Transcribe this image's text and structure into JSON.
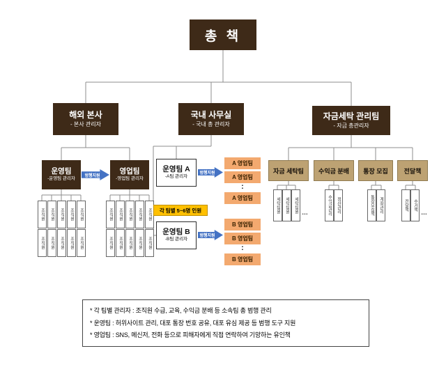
{
  "root": {
    "label": "총 책"
  },
  "overseas": {
    "title": "해외 본사",
    "subtitle": "- 본사 관리자",
    "arrow_label": "범행지원",
    "ops_team": {
      "title": "운영팀",
      "subtitle": "-운영팀 관리자"
    },
    "sales_team": {
      "title": "영업팀",
      "subtitle": "-영업팀 관리자"
    },
    "member_label": "조직원"
  },
  "domestic": {
    "title": "국내 사무실",
    "subtitle": "- 국내 총 관리자",
    "note": "각 팀별 5~6명 인원",
    "team_a": {
      "title": "운영팀 A",
      "subtitle": "-A팀 관리자",
      "arrow_label": "범행지원",
      "sales_label": "A 영업팀",
      "colon": ":"
    },
    "team_b": {
      "title": "운영팀 B",
      "subtitle": "-B팀 관리자",
      "arrow_label": "범행지원",
      "sales_label": "B 영업팀",
      "colon": ":"
    }
  },
  "laundering": {
    "title": "자금세탁 관리팀",
    "subtitle": "- 자금 총관리자",
    "teams": [
      {
        "title": "자금 세탁팀",
        "members": [
          "세탁팀원",
          "세탁팀원",
          "세탁팀원"
        ],
        "more": "…"
      },
      {
        "title": "수익금 분배",
        "members": [
          "수익금관리",
          "정산관리"
        ],
        "more": ""
      },
      {
        "title": "통장 모집",
        "members": [
          "통장모집책",
          "계좌관리"
        ],
        "more": ""
      },
      {
        "title": "전달책",
        "members": [
          "전달책",
          "수거책"
        ],
        "more": "…"
      }
    ]
  },
  "footnotes": [
    "* 각 팀별 관리자 : 조직원 수급, 교육, 수익금 분배 등 소속팀 총 범행 관리",
    "* 운영팀 : 허위사이트 관리, 대포 통장 번호 공유, 대포 유심 제공 등 범행 도구 지원",
    "* 영업팀 : SNS, 메신저, 전화 등으로 피해자에게 직접 연락하여 기망하는 유인책"
  ],
  "colors": {
    "dark_brown": "#3e2a18",
    "arrow_blue": "#4472c4",
    "sales_orange": "#f3a96f",
    "note_yellow": "#ffc000",
    "laundering_tan": "#bda273"
  }
}
